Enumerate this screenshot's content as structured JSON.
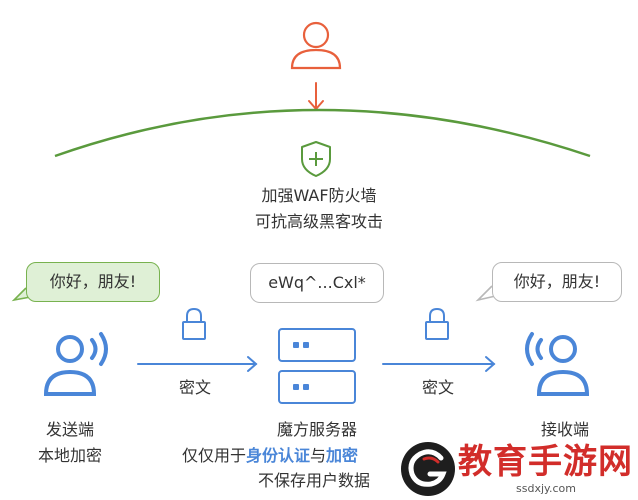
{
  "waf": {
    "line1": "加强WAF防火墙",
    "line2": "可抗高级黑客攻击"
  },
  "sender": {
    "bubble": "你好，朋友!",
    "label": "发送端",
    "sublabel": "本地加密"
  },
  "server": {
    "bubble": "eWq^...Cxl*",
    "label": "魔方服务器",
    "desc_prefix": "仅仅用于",
    "desc_highlight1": "身份认证",
    "desc_mid": "与",
    "desc_highlight2": "加密",
    "desc_line2": "不保存用户数据"
  },
  "receiver": {
    "bubble": "你好，朋友!",
    "label": "接收端"
  },
  "arrows": {
    "left_label": "密文",
    "right_label": "密文"
  },
  "watermark": {
    "text": "教育手游网",
    "url": "ssdxjy.com"
  },
  "colors": {
    "orange": "#e8603c",
    "green": "#5a9a3d",
    "blue": "#4a86d8",
    "gray": "#8a8a8a",
    "logo_red": "#d22d2a"
  }
}
